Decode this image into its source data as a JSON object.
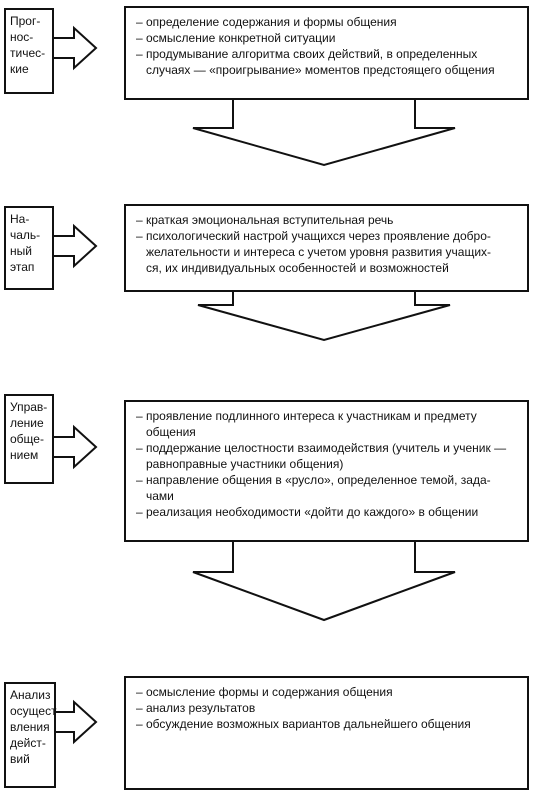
{
  "stages": [
    {
      "label_lines": [
        "Прог-",
        "нос-",
        "тичес-",
        "кие"
      ],
      "items": [
        [
          "– определение содержания и формы общения"
        ],
        [
          "– осмысление конкретной ситуации"
        ],
        [
          "– продумывание алгоритма своих действий, в определенных",
          "случаях — «проигрывание» моментов предстоящего общения"
        ]
      ]
    },
    {
      "label_lines": [
        "На-",
        "чаль-",
        "ный",
        "этап"
      ],
      "items": [
        [
          "– краткая эмоциональная вступительная речь"
        ],
        [
          "– психологический настрой учащихся через проявление добро-",
          "желательности и интереса с учетом уровня развития учащих-",
          "ся, их индивидуальных особенностей и возможностей"
        ]
      ]
    },
    {
      "label_lines": [
        "Управ-",
        "ление",
        "обще-",
        "нием"
      ],
      "items": [
        [
          "– проявление подлинного интереса к участникам и предмету",
          "общения"
        ],
        [
          "– поддержание целостности взаимодействия (учитель и ученик —",
          "равноправные участники общения)"
        ],
        [
          "– направление общения в «русло», определенное темой, зада-",
          "чами"
        ],
        [
          "– реализация необходимости «дойти до каждого» в общении"
        ]
      ]
    },
    {
      "label_lines": [
        "Анализ",
        "осущест-",
        "вления",
        "дейст-",
        "вий"
      ],
      "items": [
        [
          "– осмысление формы и содержания общения"
        ],
        [
          "– анализ результатов"
        ],
        [
          "– обсуждение возможных вариантов дальнейшего общения"
        ]
      ]
    }
  ]
}
